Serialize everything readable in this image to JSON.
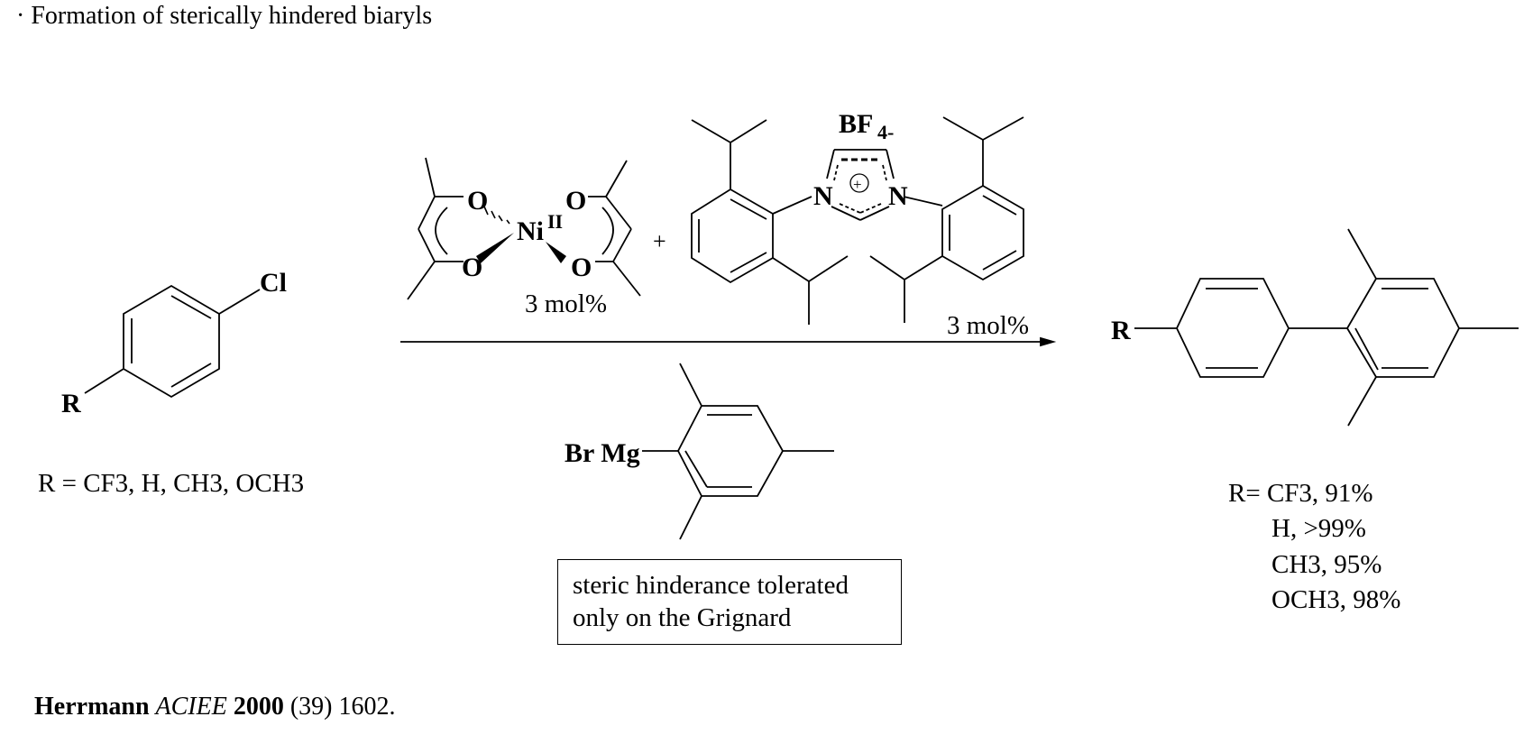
{
  "title": "· Formation of sterically hindered biaryls",
  "reactant": {
    "r_label": "R",
    "cl_label": "Cl",
    "r_def": "R = CF3, H, CH3, OCH3"
  },
  "catalyst": {
    "o_label": "O",
    "ni_label": "Ni",
    "ni_ox": "II",
    "loading": "3 mol%",
    "plus": "+"
  },
  "ligand": {
    "counterion": "BF",
    "counterion_sub": "4-",
    "n_label": "N",
    "charge": "+",
    "loading": "3 mol%"
  },
  "grignard": {
    "label": "Br Mg"
  },
  "note": {
    "line1": "steric hinderance tolerated",
    "line2": "only on the Grignard"
  },
  "product": {
    "r_label": "R",
    "yields": [
      "R= CF3, 91%",
      "H, >99%",
      "CH3, 95%",
      "OCH3, 98%"
    ]
  },
  "citation": {
    "author": "Herrmann",
    "journal": "ACIEE",
    "year": "2000",
    "volume": "(39)",
    "page": "1602."
  }
}
